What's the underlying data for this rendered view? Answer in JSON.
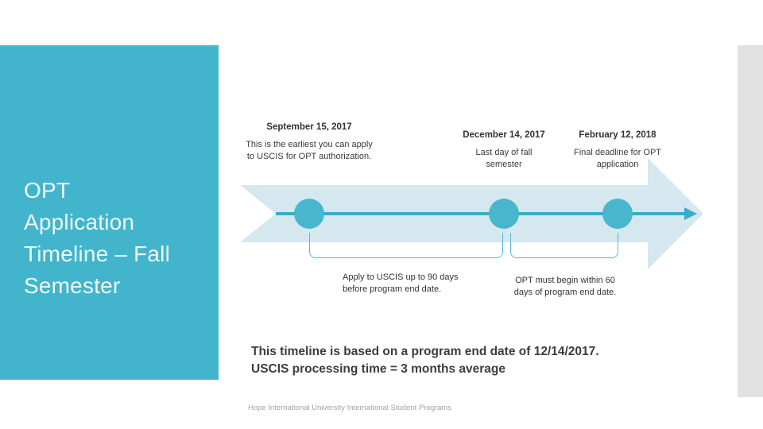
{
  "slide": {
    "title_lines": [
      "OPT",
      "Application",
      "Timeline – Fall",
      "Semester"
    ],
    "notes": {
      "line1": "This timeline is based on a program end date of 12/14/2017.",
      "line2": "USCIS processing time = 3 months average"
    },
    "footer": "Hope International University International Student Programs"
  },
  "timeline": {
    "milestones": [
      {
        "date": "September 15, 2017",
        "description": "This is the earliest you can apply to USCIS for OPT authorization."
      },
      {
        "date": "December 14, 2017",
        "description": "Last day of fall semester"
      },
      {
        "date": "February 12, 2018",
        "description": "Final deadline for OPT application"
      }
    ],
    "spans": [
      {
        "label": "Apply to USCIS up to 90 days before program end date."
      },
      {
        "label": "OPT must begin within 60 days of program end date."
      }
    ]
  },
  "colors": {
    "sidebar_teal": "#42b5cc",
    "band_blue": "#d6e8ef",
    "accent_teal": "#3aacc6",
    "dot_teal": "#48b6cd",
    "bracket_teal": "#55bacd",
    "right_bar_gray": "#e1e1e1",
    "text_dark": "#333333",
    "note_text": "#3d3d3d",
    "footer_gray": "#a3a3a3",
    "title_text": "#eef8fa"
  }
}
